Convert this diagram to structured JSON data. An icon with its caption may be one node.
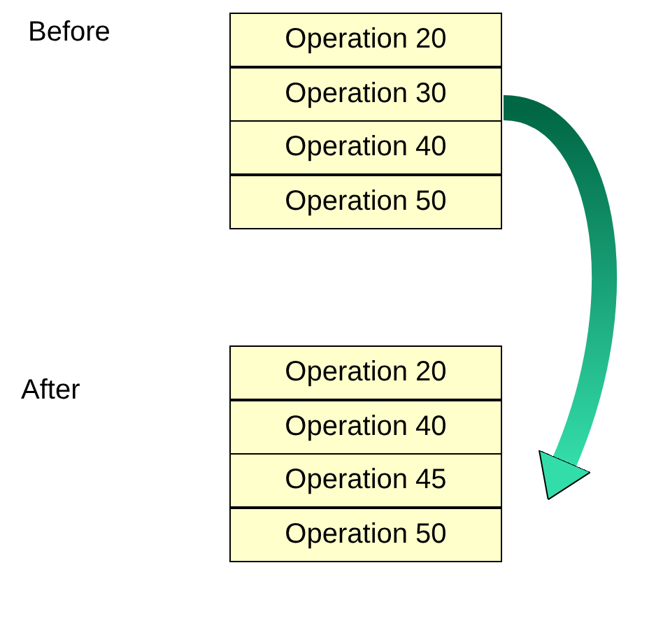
{
  "diagram": {
    "nodes": [
      {
        "text": [
          "Operation 20"
        ]
      },
      {
        "text": [
          "Operation 30"
        ]
      },
      {
        "text": [
          "Operation 40"
        ]
      },
      {
        "text": [
          "Operation 50"
        ]
      },
      {
        "text": [
          "Operation 20"
        ]
      },
      {
        "text": [
          "Operation 40"
        ]
      },
      {
        "text": [
          "Operation 45"
        ]
      },
      {
        "text": [
          "Operation 50"
        ]
      }
    ],
    "edges": [
      {
        "from": 1,
        "to": 6,
        "arrow": "to"
      }
    ],
    "labels": [
      "Before",
      "After"
    ]
  }
}
